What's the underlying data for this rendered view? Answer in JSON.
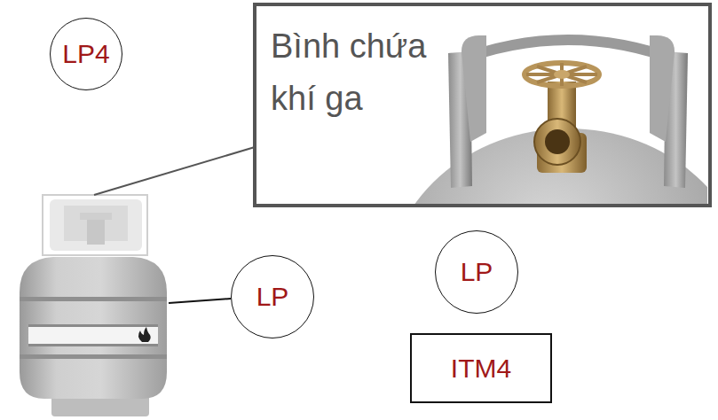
{
  "diagram": {
    "nodes": [
      {
        "text": [
          "LP4"
        ]
      },
      {
        "text": [
          "Bình chứa khí ga"
        ]
      },
      {
        "text": [
          "LP"
        ]
      },
      {
        "text": [
          "LP"
        ]
      },
      {
        "text": [
          "ITM4"
        ]
      }
    ]
  }
}
